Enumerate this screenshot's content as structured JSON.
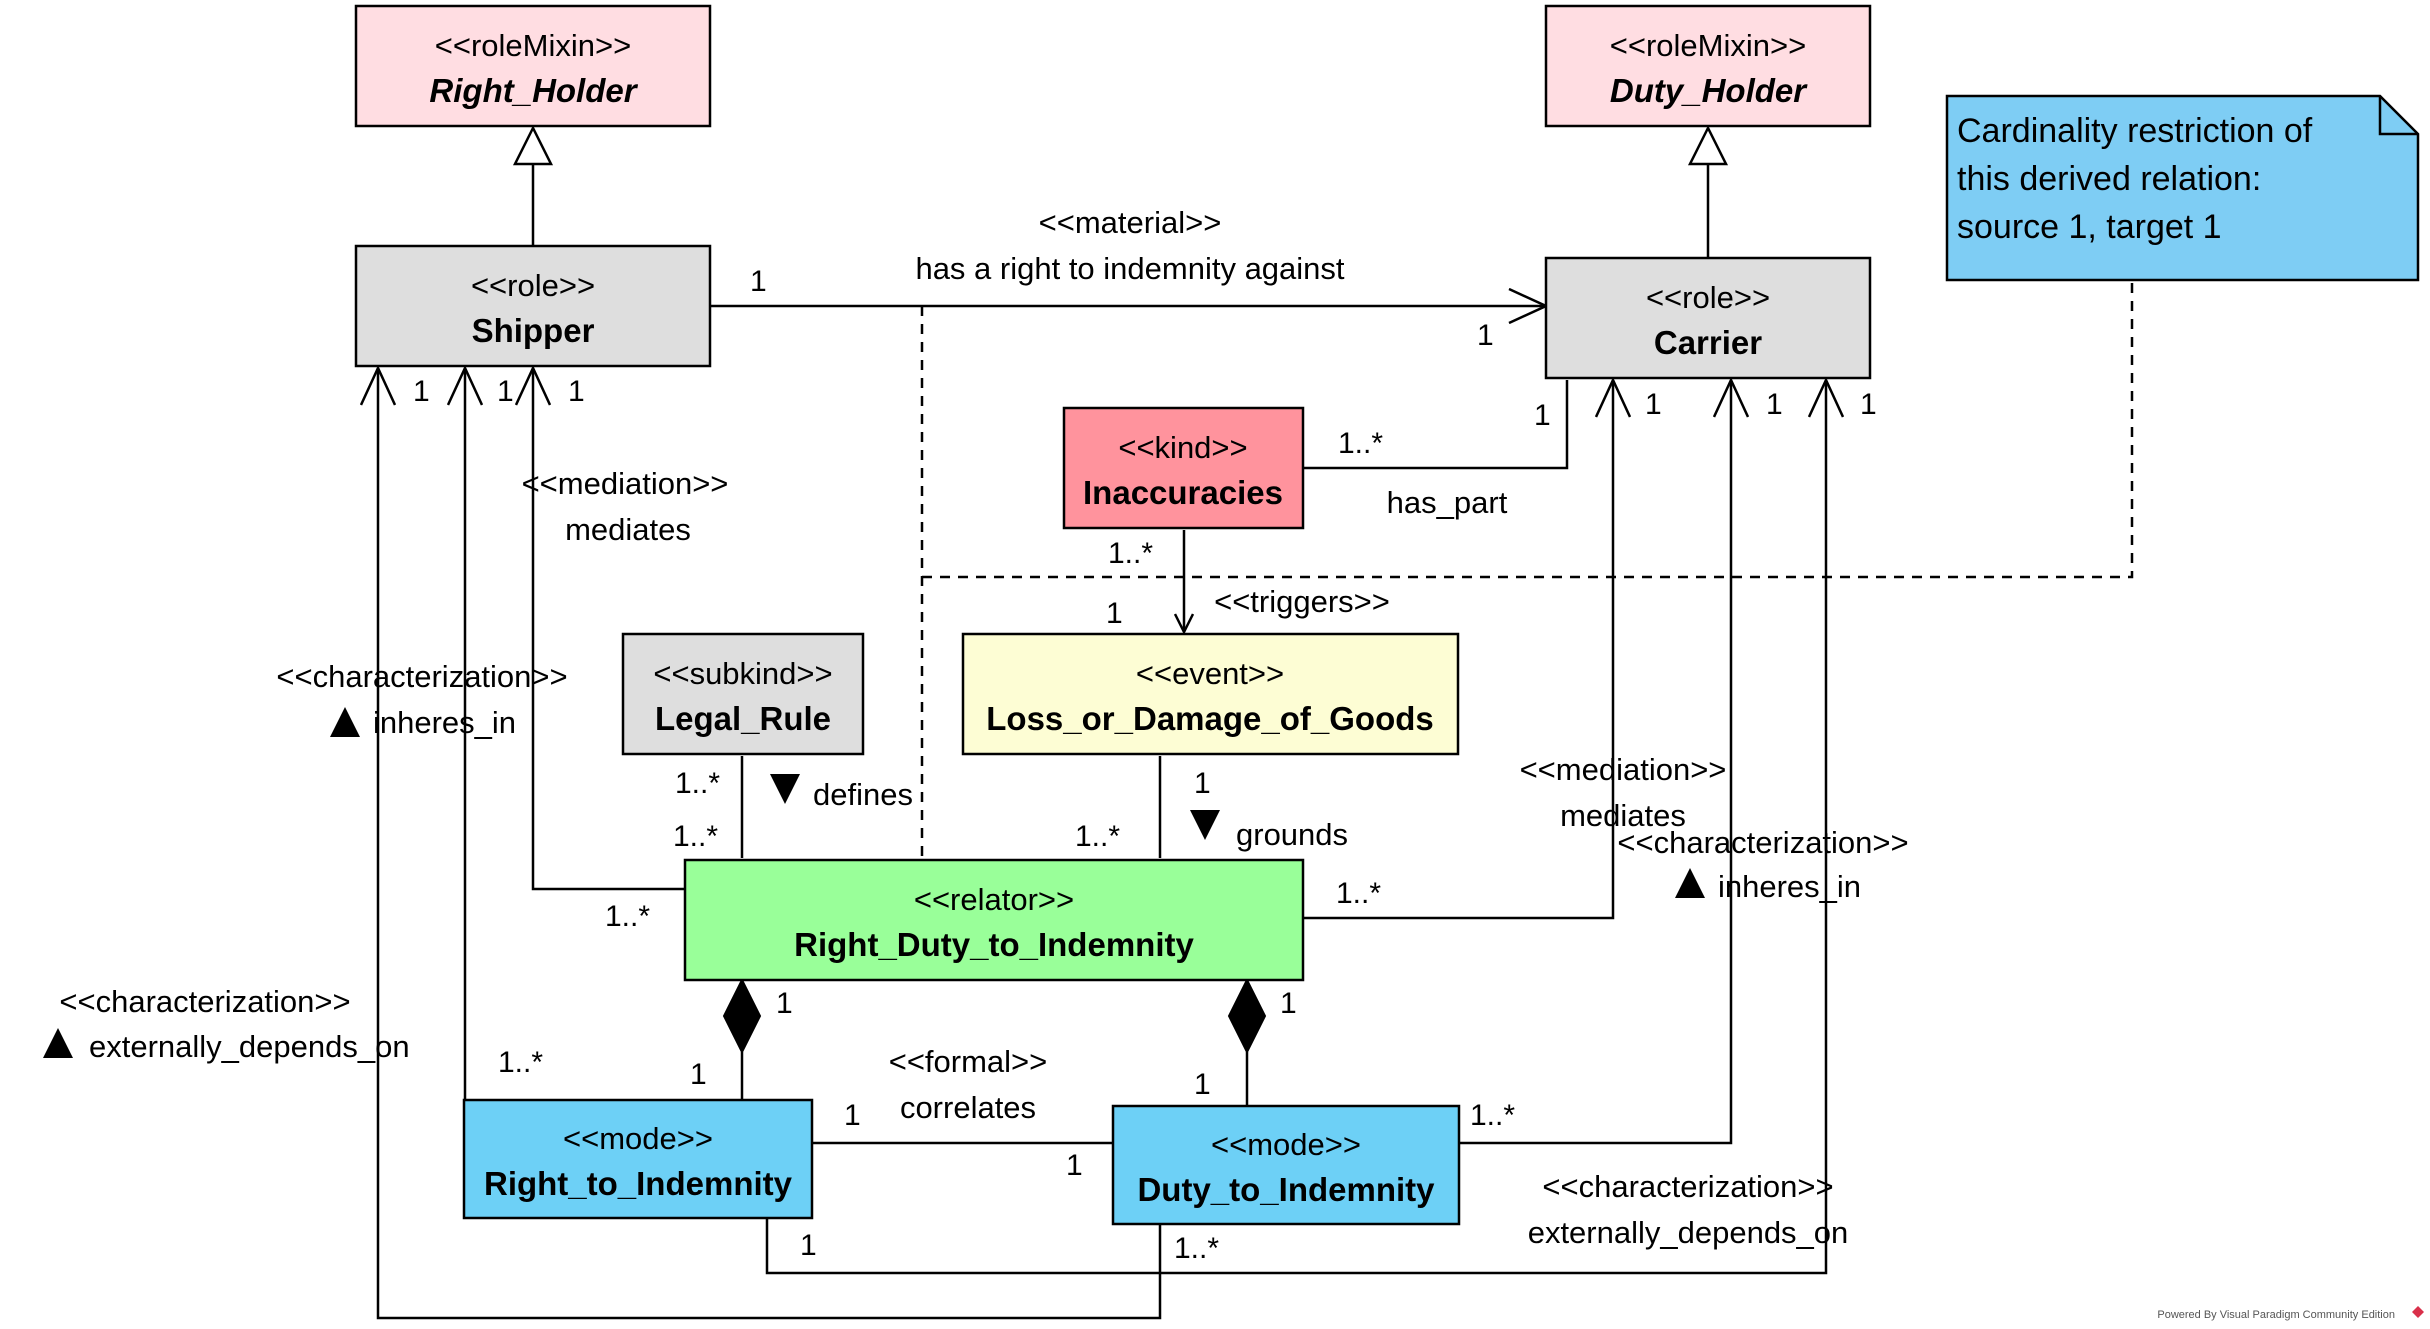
{
  "colors": {
    "roleMixin": "#ffdde2",
    "role": "#dedede",
    "kind": "#ff939d",
    "subkind": "#dedede",
    "event": "#fdfdd4",
    "relator": "#99ff99",
    "mode": "#6dd0f6",
    "note": "#7ecdf4"
  },
  "classes": {
    "right_holder": {
      "stereotype": "<<roleMixin>>",
      "name": "Right_Holder"
    },
    "duty_holder": {
      "stereotype": "<<roleMixin>>",
      "name": "Duty_Holder"
    },
    "shipper": {
      "stereotype": "<<role>>",
      "name": "Shipper"
    },
    "carrier": {
      "stereotype": "<<role>>",
      "name": "Carrier"
    },
    "inaccuracies": {
      "stereotype": "<<kind>>",
      "name": "Inaccuracies"
    },
    "legal_rule": {
      "stereotype": "<<subkind>>",
      "name": "Legal_Rule"
    },
    "loss": {
      "stereotype": "<<event>>",
      "name": "Loss_or_Damage_of_Goods"
    },
    "relator": {
      "stereotype": "<<relator>>",
      "name": "Right_Duty_to_Indemnity"
    },
    "right_mode": {
      "stereotype": "<<mode>>",
      "name": "Right_to_Indemnity"
    },
    "duty_mode": {
      "stereotype": "<<mode>>",
      "name": "Duty_to_Indemnity"
    }
  },
  "note": {
    "lines": [
      "Cardinality restriction of",
      "this derived relation:",
      "source 1, target 1"
    ]
  },
  "labels": {
    "material_stereo": "<<material>>",
    "material_name": "has a right to indemnity against",
    "has_part": "has_part",
    "triggers": "<<triggers>>",
    "mediation_left_stereo": "<<mediation>>",
    "mediation_left_name": "mediates",
    "char_left_stereo": "<<characterization>>",
    "char_left_name": "inheres_in",
    "defines": "defines",
    "grounds": "grounds",
    "mediation_right_stereo": "<<mediation>>",
    "mediation_right_name": "mediates",
    "char_right_stereo": "<<characterization>>",
    "char_right_name": "inheres_in",
    "char_ext_left_stereo": "<<characterization>>",
    "char_ext_left_name": "externally_depends_on",
    "formal_stereo": "<<formal>>",
    "formal_name": "correlates",
    "char_ext_right_stereo": "<<characterization>>",
    "char_ext_right_name": "externally_depends_on"
  },
  "multiplicities": {
    "m_material_src": "1",
    "m_material_tgt": "1",
    "m_shipper_a": "1",
    "m_shipper_b": "1",
    "m_shipper_c": "1",
    "m_carrier_part": "1",
    "m_carrier_a": "1",
    "m_carrier_b": "1",
    "m_carrier_c": "1",
    "m_inacc_part": "1..*",
    "m_inacc_trig": "1..*",
    "m_loss_trig": "1",
    "m_legal": "1..*",
    "m_rel_legal": "1..*",
    "m_loss_ground": "1",
    "m_rel_ground": "1..*",
    "m_rel_shipper": "1..*",
    "m_rel_carrier": "1..*",
    "m_rel_rmode": "1",
    "m_rel_dmode": "1",
    "m_rmode_comp": "1",
    "m_dmode_comp": "1",
    "m_rmode_ship": "1..*",
    "m_rmode_formal": "1",
    "m_dmode_formal": "1",
    "m_dmode_carrier": "1..*",
    "m_rmode_ext": "1",
    "m_dmode_ext": "1..*"
  },
  "watermark": "Powered By Visual Paradigm Community Edition"
}
